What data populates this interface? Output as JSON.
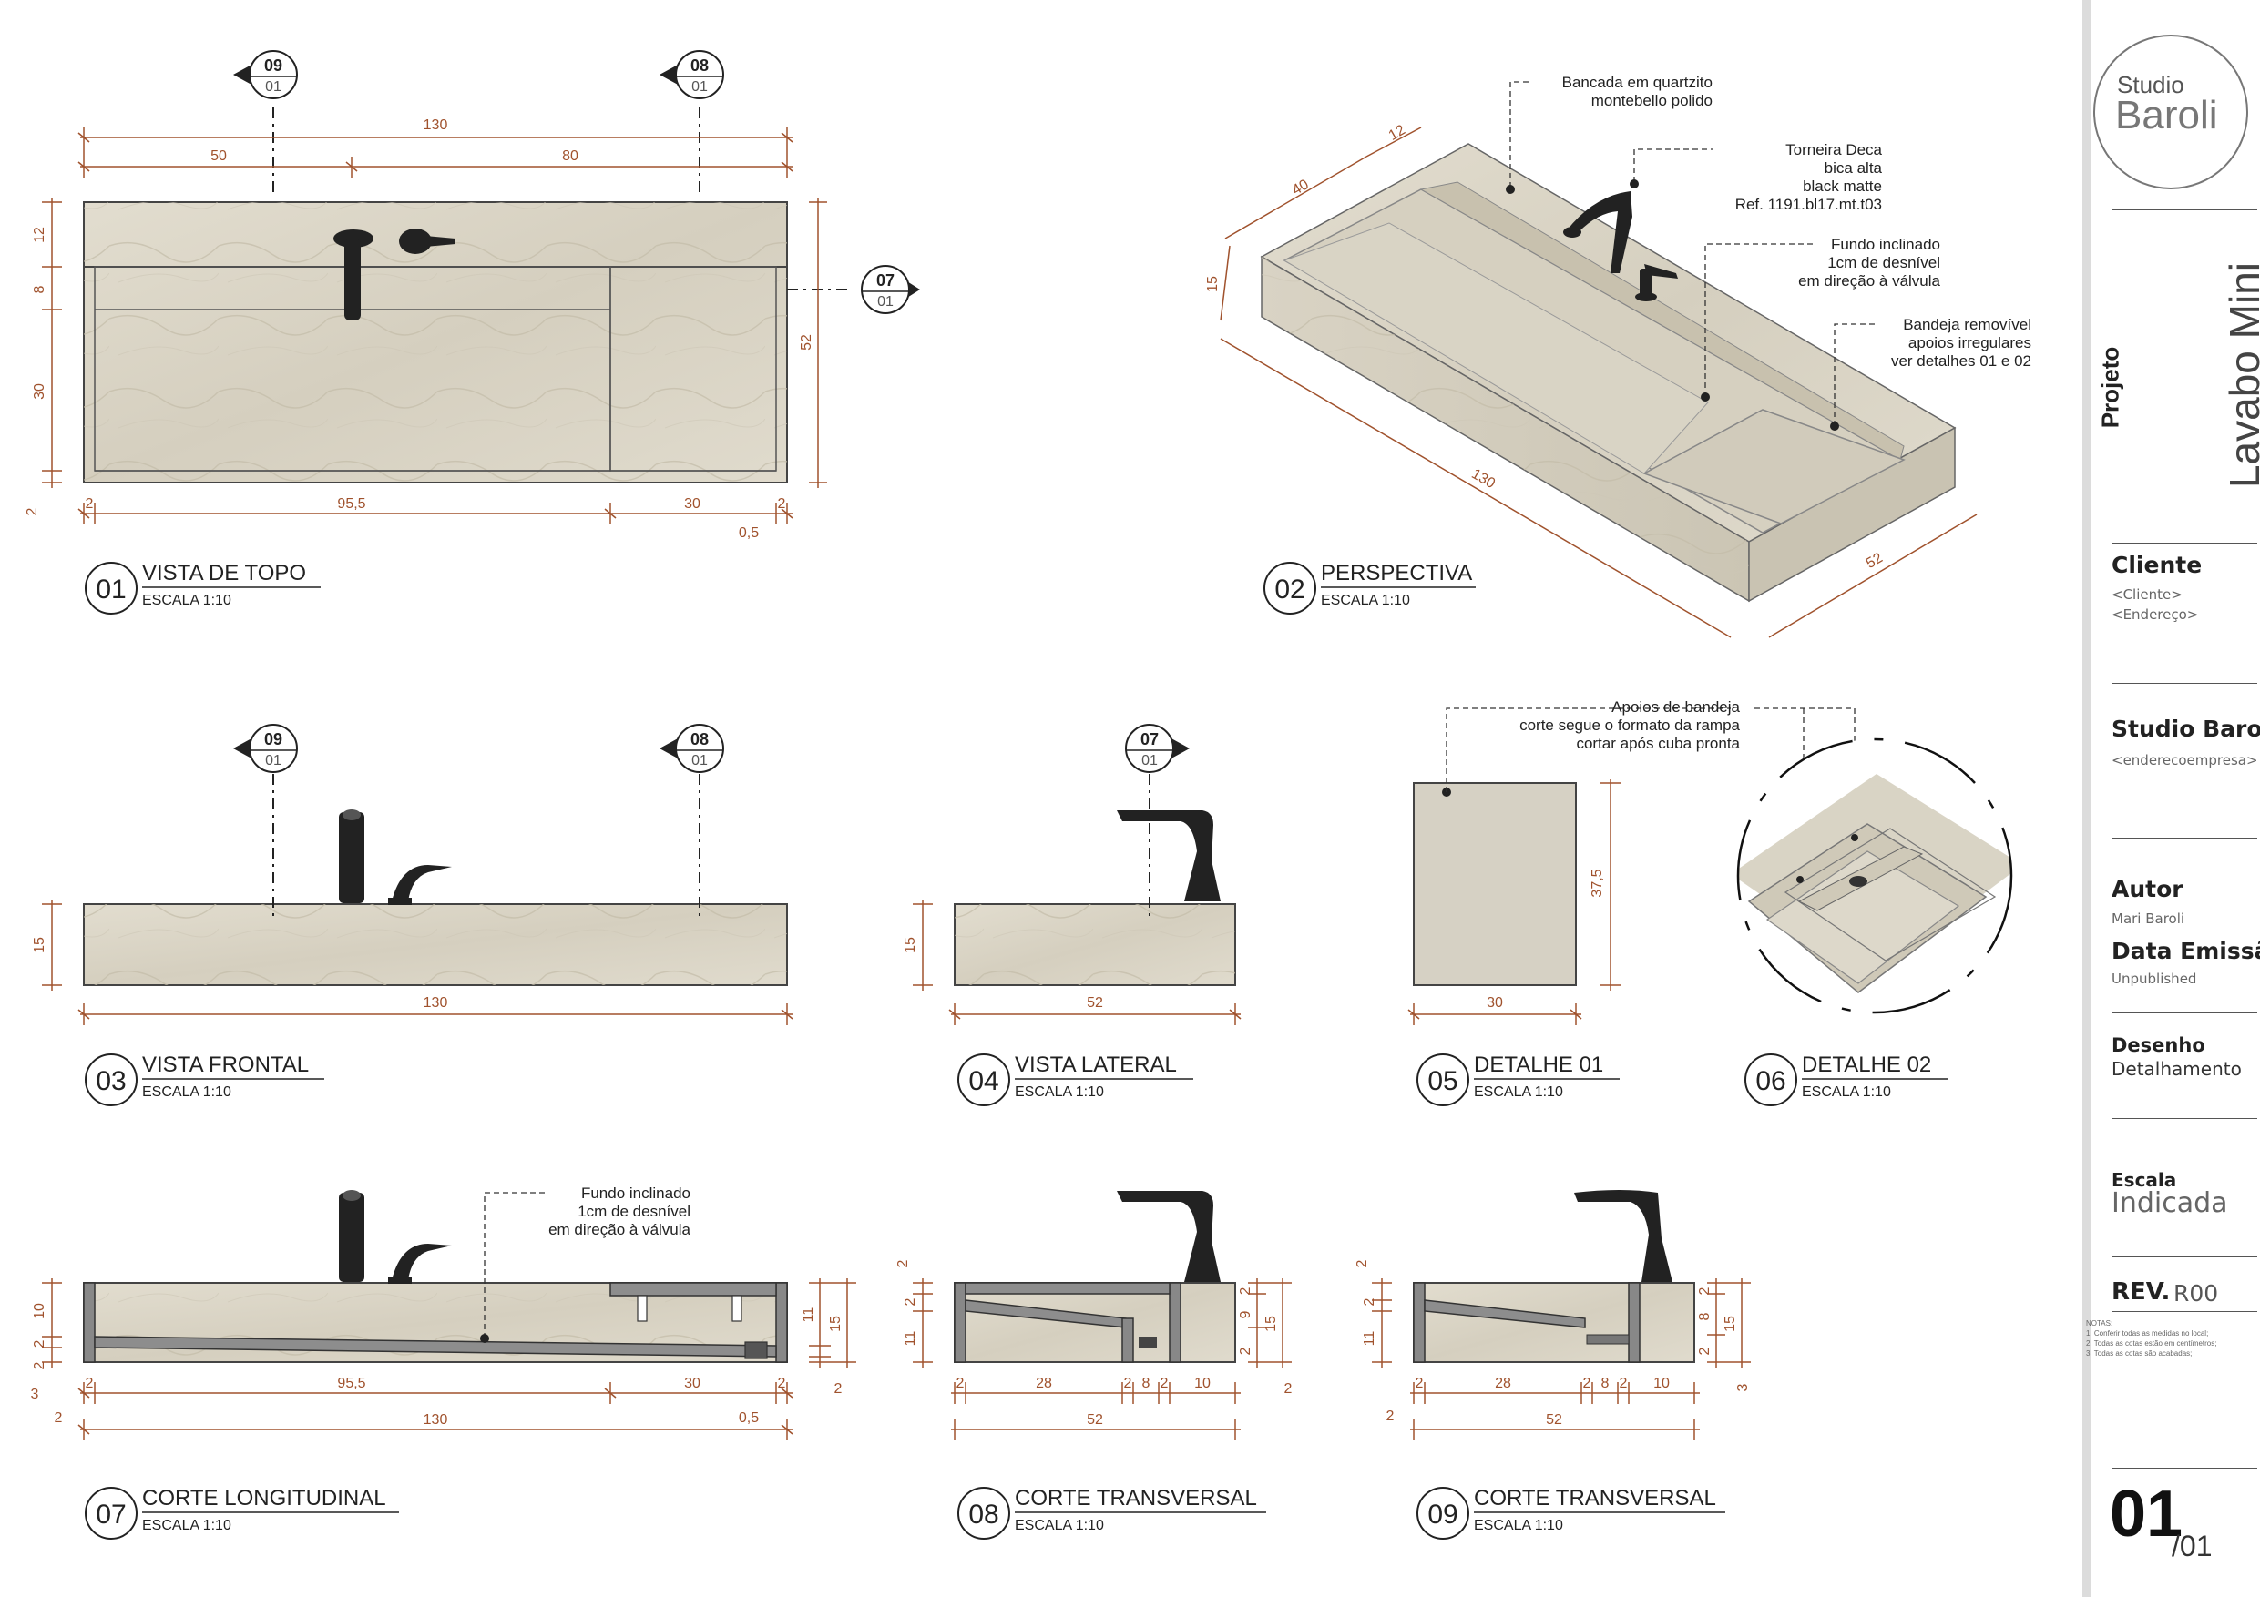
{
  "views": [
    {
      "number": "01",
      "title": "VISTA DE TOPO",
      "scale": "ESCALA 1:10"
    },
    {
      "number": "02",
      "title": "PERSPECTIVA",
      "scale": "ESCALA 1:10"
    },
    {
      "number": "03",
      "title": "VISTA FRONTAL",
      "scale": "ESCALA 1:10"
    },
    {
      "number": "04",
      "title": "VISTA LATERAL",
      "scale": "ESCALA 1:10"
    },
    {
      "number": "05",
      "title": "DETALHE 01",
      "scale": "ESCALA 1:10"
    },
    {
      "number": "06",
      "title": "DETALHE 02",
      "scale": "ESCALA 1:10"
    },
    {
      "number": "07",
      "title": "CORTE LONGITUDINAL",
      "scale": "ESCALA 1:10"
    },
    {
      "number": "08",
      "title": "CORTE TRANSVERSAL",
      "scale": "ESCALA 1:10"
    },
    {
      "number": "09",
      "title": "CORTE TRANSVERSAL",
      "scale": "ESCALA 1:10"
    }
  ],
  "section_markers": {
    "m09": {
      "top": "09",
      "bottom": "01"
    },
    "m08": {
      "top": "08",
      "bottom": "01"
    },
    "m07": {
      "top": "07",
      "bottom": "01"
    }
  },
  "dimensions": {
    "v01": {
      "total": "130",
      "left": "50",
      "right": "80",
      "h12": "12",
      "h8": "8",
      "h30": "30",
      "h2": "2",
      "depth": "52",
      "b2": "2",
      "b95": "95,5",
      "b30": "30",
      "b2r": "2",
      "b05": "0,5"
    },
    "v02": {
      "d12": "12",
      "d40": "40",
      "d15": "15",
      "d130": "130",
      "d52": "52"
    },
    "v03": {
      "h15": "15",
      "w130": "130"
    },
    "v04": {
      "h15": "15",
      "w52": "52"
    },
    "v05": {
      "h375": "37,5",
      "w30": "30"
    },
    "v07": {
      "h10": "10",
      "h2": "2",
      "h3": "3",
      "h11": "11",
      "h15": "15",
      "h2r": "2",
      "b2": "2",
      "b95": "95,5",
      "b30": "30",
      "b2r": "2",
      "t130": "130",
      "b05": "0,5",
      "b2l": "2",
      "s2": "2"
    },
    "v08": {
      "h2": "2",
      "h2b": "2",
      "h11": "11",
      "h9": "9",
      "h15": "15",
      "h2r": "2",
      "h2rb": "2",
      "b2": "2",
      "b28": "28",
      "b2m": "2",
      "b8": "8",
      "b2n": "2",
      "b10": "10",
      "t52": "52",
      "r2": "2"
    },
    "v09": {
      "h2": "2",
      "h2b": "2",
      "h11": "11",
      "h2r": "2",
      "h8": "8",
      "h15": "15",
      "h2rb": "2",
      "h3": "3",
      "b2": "2",
      "b28": "28",
      "b2m": "2",
      "b8": "8",
      "b2n": "2",
      "b10": "10",
      "t52": "52",
      "l2": "2"
    }
  },
  "annotations": {
    "a1": [
      "Bancada em quartzito",
      "montebello polido"
    ],
    "a2": [
      "Torneira Deca",
      "bica alta",
      "black matte",
      "Ref. 1191.bl17.mt.t03"
    ],
    "a3": [
      "Fundo inclinado",
      "1cm de desnível",
      "em direção à válvula"
    ],
    "a4": [
      "Bandeja removível",
      "apoios irregulares",
      "ver detalhes 01 e 02"
    ],
    "a5": [
      "Apoios de bandeja",
      "corte segue o formato da rampa",
      "cortar após cuba pronta"
    ],
    "a6": [
      "Fundo inclinado",
      "1cm de desnível",
      "em direção à válvula"
    ]
  },
  "title_block": {
    "logo_line1": "Studio",
    "logo_line2": "Baroli",
    "project_label": "Projeto",
    "project_name": "Lavabo Mini",
    "client_label": "Cliente",
    "client_name": "<Cliente>",
    "client_address": "<Endereço>",
    "company_name": "Studio Baroli",
    "company_address": "<enderecoempresa>",
    "author_label": "Autor",
    "author_name": "Mari Baroli",
    "date_label": "Data Emissão",
    "date_value": "Unpublished",
    "drawing_label": "Desenho",
    "drawing_value": "Detalhamento",
    "scale_label": "Escala",
    "scale_value": "Indicada",
    "rev_label": "REV.",
    "rev_value": "R00",
    "notes": [
      "NOTAS:",
      "1. Conferir todas as medidas no local;",
      "2. Todas as cotas estão em centímetros;",
      "3. Todas as cotas são acabadas;"
    ],
    "sheet_number": "01",
    "sheet_total": "/01"
  },
  "colors": {
    "dimension": "#a0522d",
    "stone": "#dcd7c9",
    "stone_dark": "#cfc9b8",
    "stone_light": "#e6e2d6",
    "faucet": "#222222",
    "line": "#444444",
    "background": "#ffffff",
    "titleblock_gray": "#dcdcdc"
  }
}
